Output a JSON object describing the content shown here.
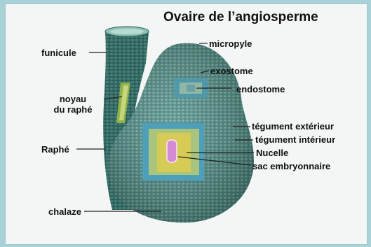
{
  "title": "Ovaire de l’angiosperme",
  "labels": {
    "funicule": "funicule",
    "micropyle": "micropyle",
    "exostome": "exostome",
    "endostome": "endostome",
    "noyau_line1": "noyau",
    "noyau_line2": "du raphé",
    "tegument_exterieur": "tégument extérieur",
    "tegument_interieur": "tégument intérieur",
    "raphe": "Raphé",
    "nucelle": "Nucelle",
    "sac_embryonnaire": "sac embryonnaire",
    "chalaze": "chalaze"
  },
  "colors": {
    "tissue": "#3f7f78",
    "tissue_light": "#6fa79f",
    "tissue_dark": "#2a5c57",
    "integument_outer": "#5aa7c0",
    "integument_inner": "#b5c97a",
    "nucellus": "#d6cc55",
    "embryo_sac": "#d58ad6"
  }
}
